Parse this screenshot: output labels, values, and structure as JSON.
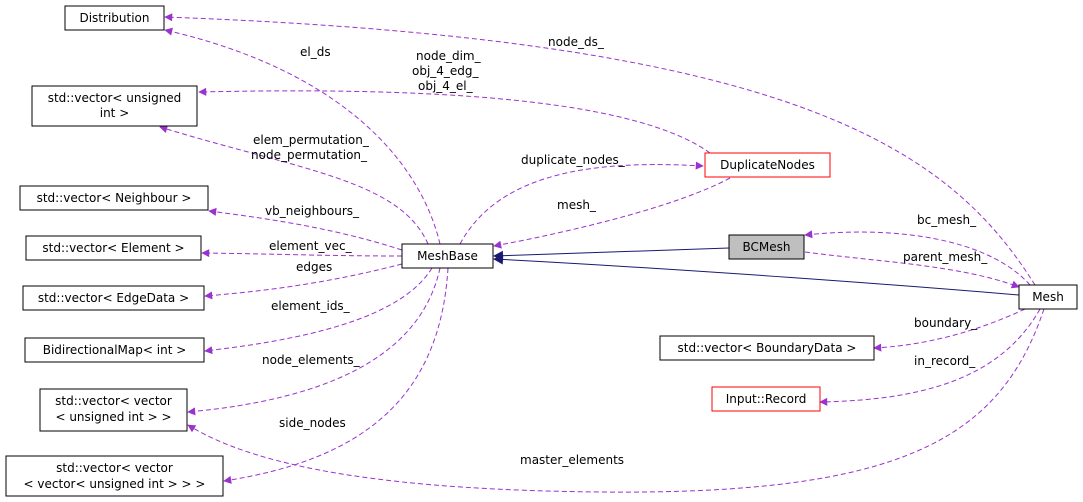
{
  "colors": {
    "purple_edge": "#9a32cd",
    "inheritance_edge": "#191970",
    "red_border": "#ff0000",
    "highlight_fill": "#bfbfbf"
  },
  "nodes": {
    "distribution": {
      "label": "Distribution"
    },
    "vec_uint": {
      "line1": "std::vector< unsigned",
      "line2": "int >"
    },
    "vec_neighbour": {
      "label": "std::vector< Neighbour >"
    },
    "vec_element": {
      "label": "std::vector< Element >"
    },
    "vec_edgedata": {
      "label": "std::vector< EdgeData >"
    },
    "bidimap": {
      "label": "BidirectionalMap< int >"
    },
    "vec_vec_uint": {
      "line1": "std::vector< vector",
      "line2": "< unsigned int > >"
    },
    "vec_vec_vec_uint": {
      "line1": "std::vector< vector",
      "line2": "< vector< unsigned int > > >"
    },
    "meshbase": {
      "label": "MeshBase"
    },
    "duplicatenodes": {
      "label": "DuplicateNodes"
    },
    "bcmesh": {
      "label": "BCMesh"
    },
    "mesh": {
      "label": "Mesh"
    },
    "vec_boundarydata": {
      "label": "std::vector< BoundaryData >"
    },
    "input_record": {
      "label": "Input::Record"
    }
  },
  "edge_labels": {
    "el_ds": "el_ds",
    "node_ds": "node_ds_",
    "node_dim": "node_dim_",
    "obj_4_edg": "obj_4_edg_",
    "obj_4_el": "obj_4_el_",
    "elem_permutation": "elem_permutation_",
    "node_permutation": "node_permutation_",
    "duplicate_nodes": "duplicate_nodes_",
    "mesh": "mesh_",
    "vb_neighbours": "vb_neighbours_",
    "element_vec": "element_vec_",
    "edges": "edges",
    "element_ids": "element_ids_",
    "node_elements": "node_elements_",
    "side_nodes": "side_nodes",
    "master_elements": "master_elements",
    "bc_mesh": "bc_mesh_",
    "parent_mesh": "parent_mesh_",
    "boundary": "boundary_",
    "in_record": "in_record_"
  }
}
